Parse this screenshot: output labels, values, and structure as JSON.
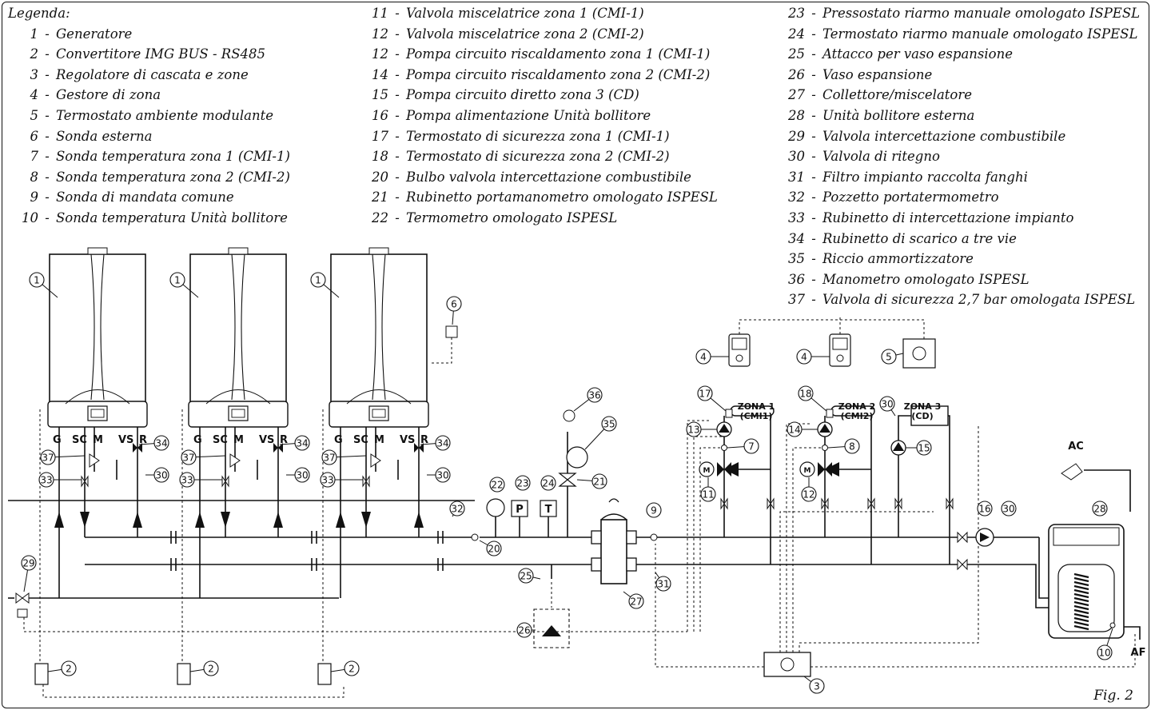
{
  "legend": {
    "title": "Legenda:",
    "columns": [
      [
        {
          "num": "1",
          "text": "Generatore"
        },
        {
          "num": "2",
          "text": "Convertitore IMG BUS - RS485"
        },
        {
          "num": "3",
          "text": "Regolatore di cascata e zone"
        },
        {
          "num": "4",
          "text": "Gestore di zona"
        },
        {
          "num": "5",
          "text": "Termostato ambiente modulante"
        },
        {
          "num": "6",
          "text": "Sonda esterna"
        },
        {
          "num": "7",
          "text": "Sonda temperatura zona 1 (CMI-1)"
        },
        {
          "num": "8",
          "text": "Sonda temperatura zona 2 (CMI-2)"
        },
        {
          "num": "9",
          "text": "Sonda di mandata comune"
        },
        {
          "num": "10",
          "text": "Sonda temperatura Unità bollitore"
        }
      ],
      [
        {
          "num": "11",
          "text": "Valvola miscelatrice zona 1 (CMI-1)"
        },
        {
          "num": "12",
          "text": "Valvola miscelatrice zona 2 (CMI-2)"
        },
        {
          "num": "12",
          "text": "Pompa circuito riscaldamento zona 1 (CMI-1)"
        },
        {
          "num": "14",
          "text": "Pompa circuito riscaldamento zona 2 (CMI-2)"
        },
        {
          "num": "15",
          "text": "Pompa circuito diretto zona 3 (CD)"
        },
        {
          "num": "16",
          "text": "Pompa alimentazione Unità bollitore"
        },
        {
          "num": "17",
          "text": "Termostato di sicurezza zona 1 (CMI-1)"
        },
        {
          "num": "18",
          "text": "Termostato di sicurezza zona 2 (CMI-2)"
        },
        {
          "num": "20",
          "text": "Bulbo valvola intercettazione combustibile"
        },
        {
          "num": "21",
          "text": "Rubinetto portamanometro omologato ISPESL"
        },
        {
          "num": "22",
          "text": "Termometro omologato ISPESL"
        }
      ],
      [
        {
          "num": "23",
          "text": "Pressostato riarmo manuale omologato ISPESL"
        },
        {
          "num": "24",
          "text": "Termostato riarmo manuale omologato ISPESL"
        },
        {
          "num": "25",
          "text": "Attacco per vaso espansione"
        },
        {
          "num": "26",
          "text": "Vaso espansione"
        },
        {
          "num": "27",
          "text": "Collettore/miscelatore"
        },
        {
          "num": "28",
          "text": "Unità bollitore esterna"
        },
        {
          "num": "29",
          "text": "Valvola intercettazione combustibile"
        },
        {
          "num": "30",
          "text": "Valvola di ritegno"
        },
        {
          "num": "31",
          "text": "Filtro impianto raccolta fanghi"
        },
        {
          "num": "32",
          "text": "Pozzetto portatermometro"
        },
        {
          "num": "33",
          "text": "Rubinetto di intercettazione impianto"
        },
        {
          "num": "34",
          "text": "Rubinetto di scarico a tre vie"
        },
        {
          "num": "35",
          "text": "Riccio ammortizzatore"
        },
        {
          "num": "36",
          "text": "Manometro omologato ISPESL"
        },
        {
          "num": "37",
          "text": "Valvola di sicurezza 2,7 bar omologata ISPESL"
        }
      ]
    ]
  },
  "boiler_connections": [
    "G",
    "SC",
    "M",
    "VS",
    "R"
  ],
  "zones": [
    {
      "line1": "ZONA 1",
      "line2": "(CMI1)"
    },
    {
      "line1": "ZONA 2",
      "line2": "(CMI2)"
    },
    {
      "line1": "ZONA 3",
      "line2": "(CD)"
    }
  ],
  "gauge_labels": {
    "pressure": "P",
    "temperature": "T"
  },
  "valve_motor_label": "M",
  "water_labels": {
    "hot": "AC",
    "cold": "AF"
  },
  "figure_label": "Fig. 2",
  "callouts": {
    "n1": "1",
    "n2": "2",
    "n3": "3",
    "n4": "4",
    "n5": "5",
    "n6": "6",
    "n7": "7",
    "n8": "8",
    "n9": "9",
    "n10": "10",
    "n11": "11",
    "n12": "12",
    "n13": "13",
    "n14": "14",
    "n15": "15",
    "n16": "16",
    "n17": "17",
    "n18": "18",
    "n20": "20",
    "n21": "21",
    "n22": "22",
    "n23": "23",
    "n24": "24",
    "n25": "25",
    "n26": "26",
    "n27": "27",
    "n28": "28",
    "n29": "29",
    "n30": "30",
    "n31": "31",
    "n32": "32",
    "n33": "33",
    "n34": "34",
    "n35": "35",
    "n36": "36",
    "n37": "37"
  },
  "colors": {
    "line": "#111111",
    "background": "#ffffff",
    "boiler_fill": "#ffffff"
  }
}
